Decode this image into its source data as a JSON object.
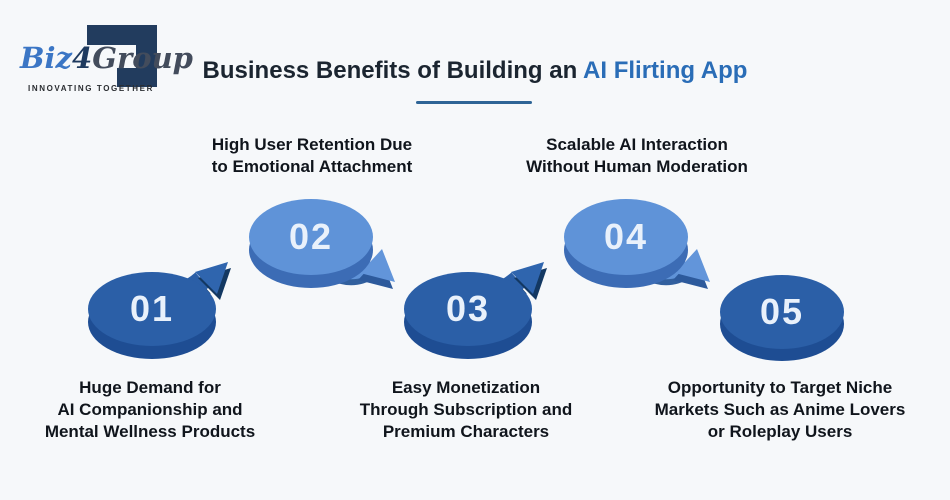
{
  "logo": {
    "brand_blue": "Biz",
    "brand_num": "4",
    "brand_rest": "Group",
    "tagline": "INNOVATING TOGETHER"
  },
  "header": {
    "title_prefix": "Business Benefits of Building an ",
    "title_highlight": "AI Flirting App"
  },
  "colors": {
    "background": "#f6f8fa",
    "title_dark": "#1b2530",
    "accent_blue": "#2a6db7",
    "underline": "#2e6496",
    "circle_dark_top": "#2b5fa7",
    "circle_dark_side": "#1e4d93",
    "circle_light_top": "#5f93d8",
    "circle_light_side": "#3c6cb5",
    "arrow_dark_shadow": "#133862",
    "arrow_light_shadow": "#2d5a9c",
    "number_text": "#e9f1fb",
    "label_text": "#10151c",
    "logo_blue": "#3b76c5",
    "logo_navy": "#223c5e"
  },
  "steps": [
    {
      "number": "01",
      "variant": "dark-circle-arrow-up",
      "label_position": "below",
      "label_lines": [
        "Huge Demand for",
        "AI Companionship and",
        "Mental Wellness Products"
      ]
    },
    {
      "number": "02",
      "variant": "light-circle-arrow-down",
      "label_position": "above",
      "label_lines": [
        "High User Retention Due",
        "to Emotional Attachment"
      ]
    },
    {
      "number": "03",
      "variant": "dark-circle-arrow-up",
      "label_position": "below",
      "label_lines": [
        "Easy Monetization",
        "Through Subscription and",
        "Premium Characters"
      ]
    },
    {
      "number": "04",
      "variant": "light-circle-arrow-down",
      "label_position": "above",
      "label_lines": [
        "Scalable AI Interaction",
        "Without Human Moderation"
      ]
    },
    {
      "number": "05",
      "variant": "dark-circle-plain",
      "label_position": "below",
      "label_lines": [
        "Opportunity to Target Niche",
        "Markets Such as Anime Lovers",
        "or Roleplay Users"
      ]
    }
  ]
}
